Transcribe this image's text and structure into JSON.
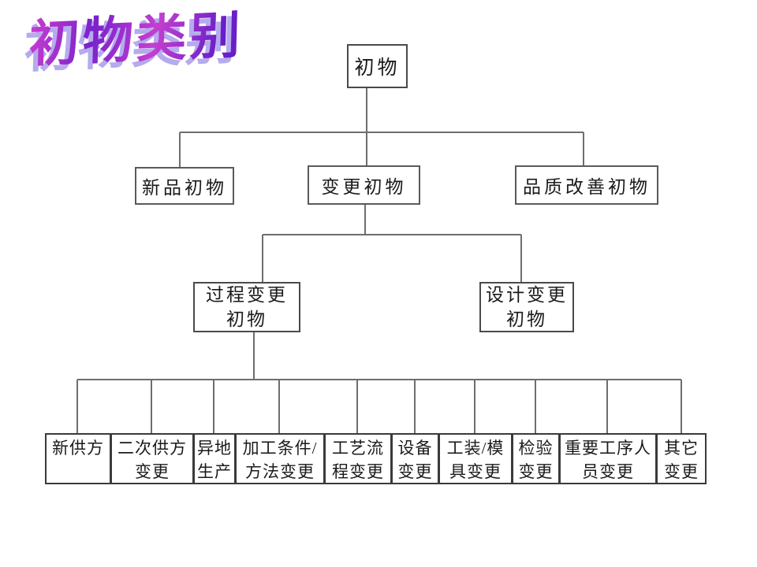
{
  "title": {
    "text": "初物类别"
  },
  "tree": {
    "root": {
      "label": "初物"
    },
    "level2": [
      {
        "label": "新品初物"
      },
      {
        "label": "变更初物"
      },
      {
        "label": "品质改善初物"
      }
    ],
    "level3": [
      {
        "line1": "过程变更",
        "line2": "初物"
      },
      {
        "line1": "设计变更",
        "line2": "初物"
      }
    ],
    "leaves": [
      {
        "line1": "新供方",
        "line2": ""
      },
      {
        "line1": "二次供方",
        "line2": "变更"
      },
      {
        "line1": "异地",
        "line2": "生产"
      },
      {
        "line1": "加工条件/",
        "line2": "方法变更"
      },
      {
        "line1": "工艺流",
        "line2": "程变更"
      },
      {
        "line1": "设备",
        "line2": "变更"
      },
      {
        "line1": "工装/模",
        "line2": "具变更"
      },
      {
        "line1": "检验",
        "line2": "变更"
      },
      {
        "line1": "重要工序人",
        "line2": "员变更"
      },
      {
        "line1": "其它",
        "line2": "变更"
      }
    ]
  },
  "colors": {
    "background": "#ffffff",
    "box_border": "#4a4a4a",
    "connector_line": "#6e6e6e",
    "title_gradient_start": "#cc3fd0",
    "title_gradient_end": "#681fc8",
    "title_shadow": "#b5abee"
  }
}
